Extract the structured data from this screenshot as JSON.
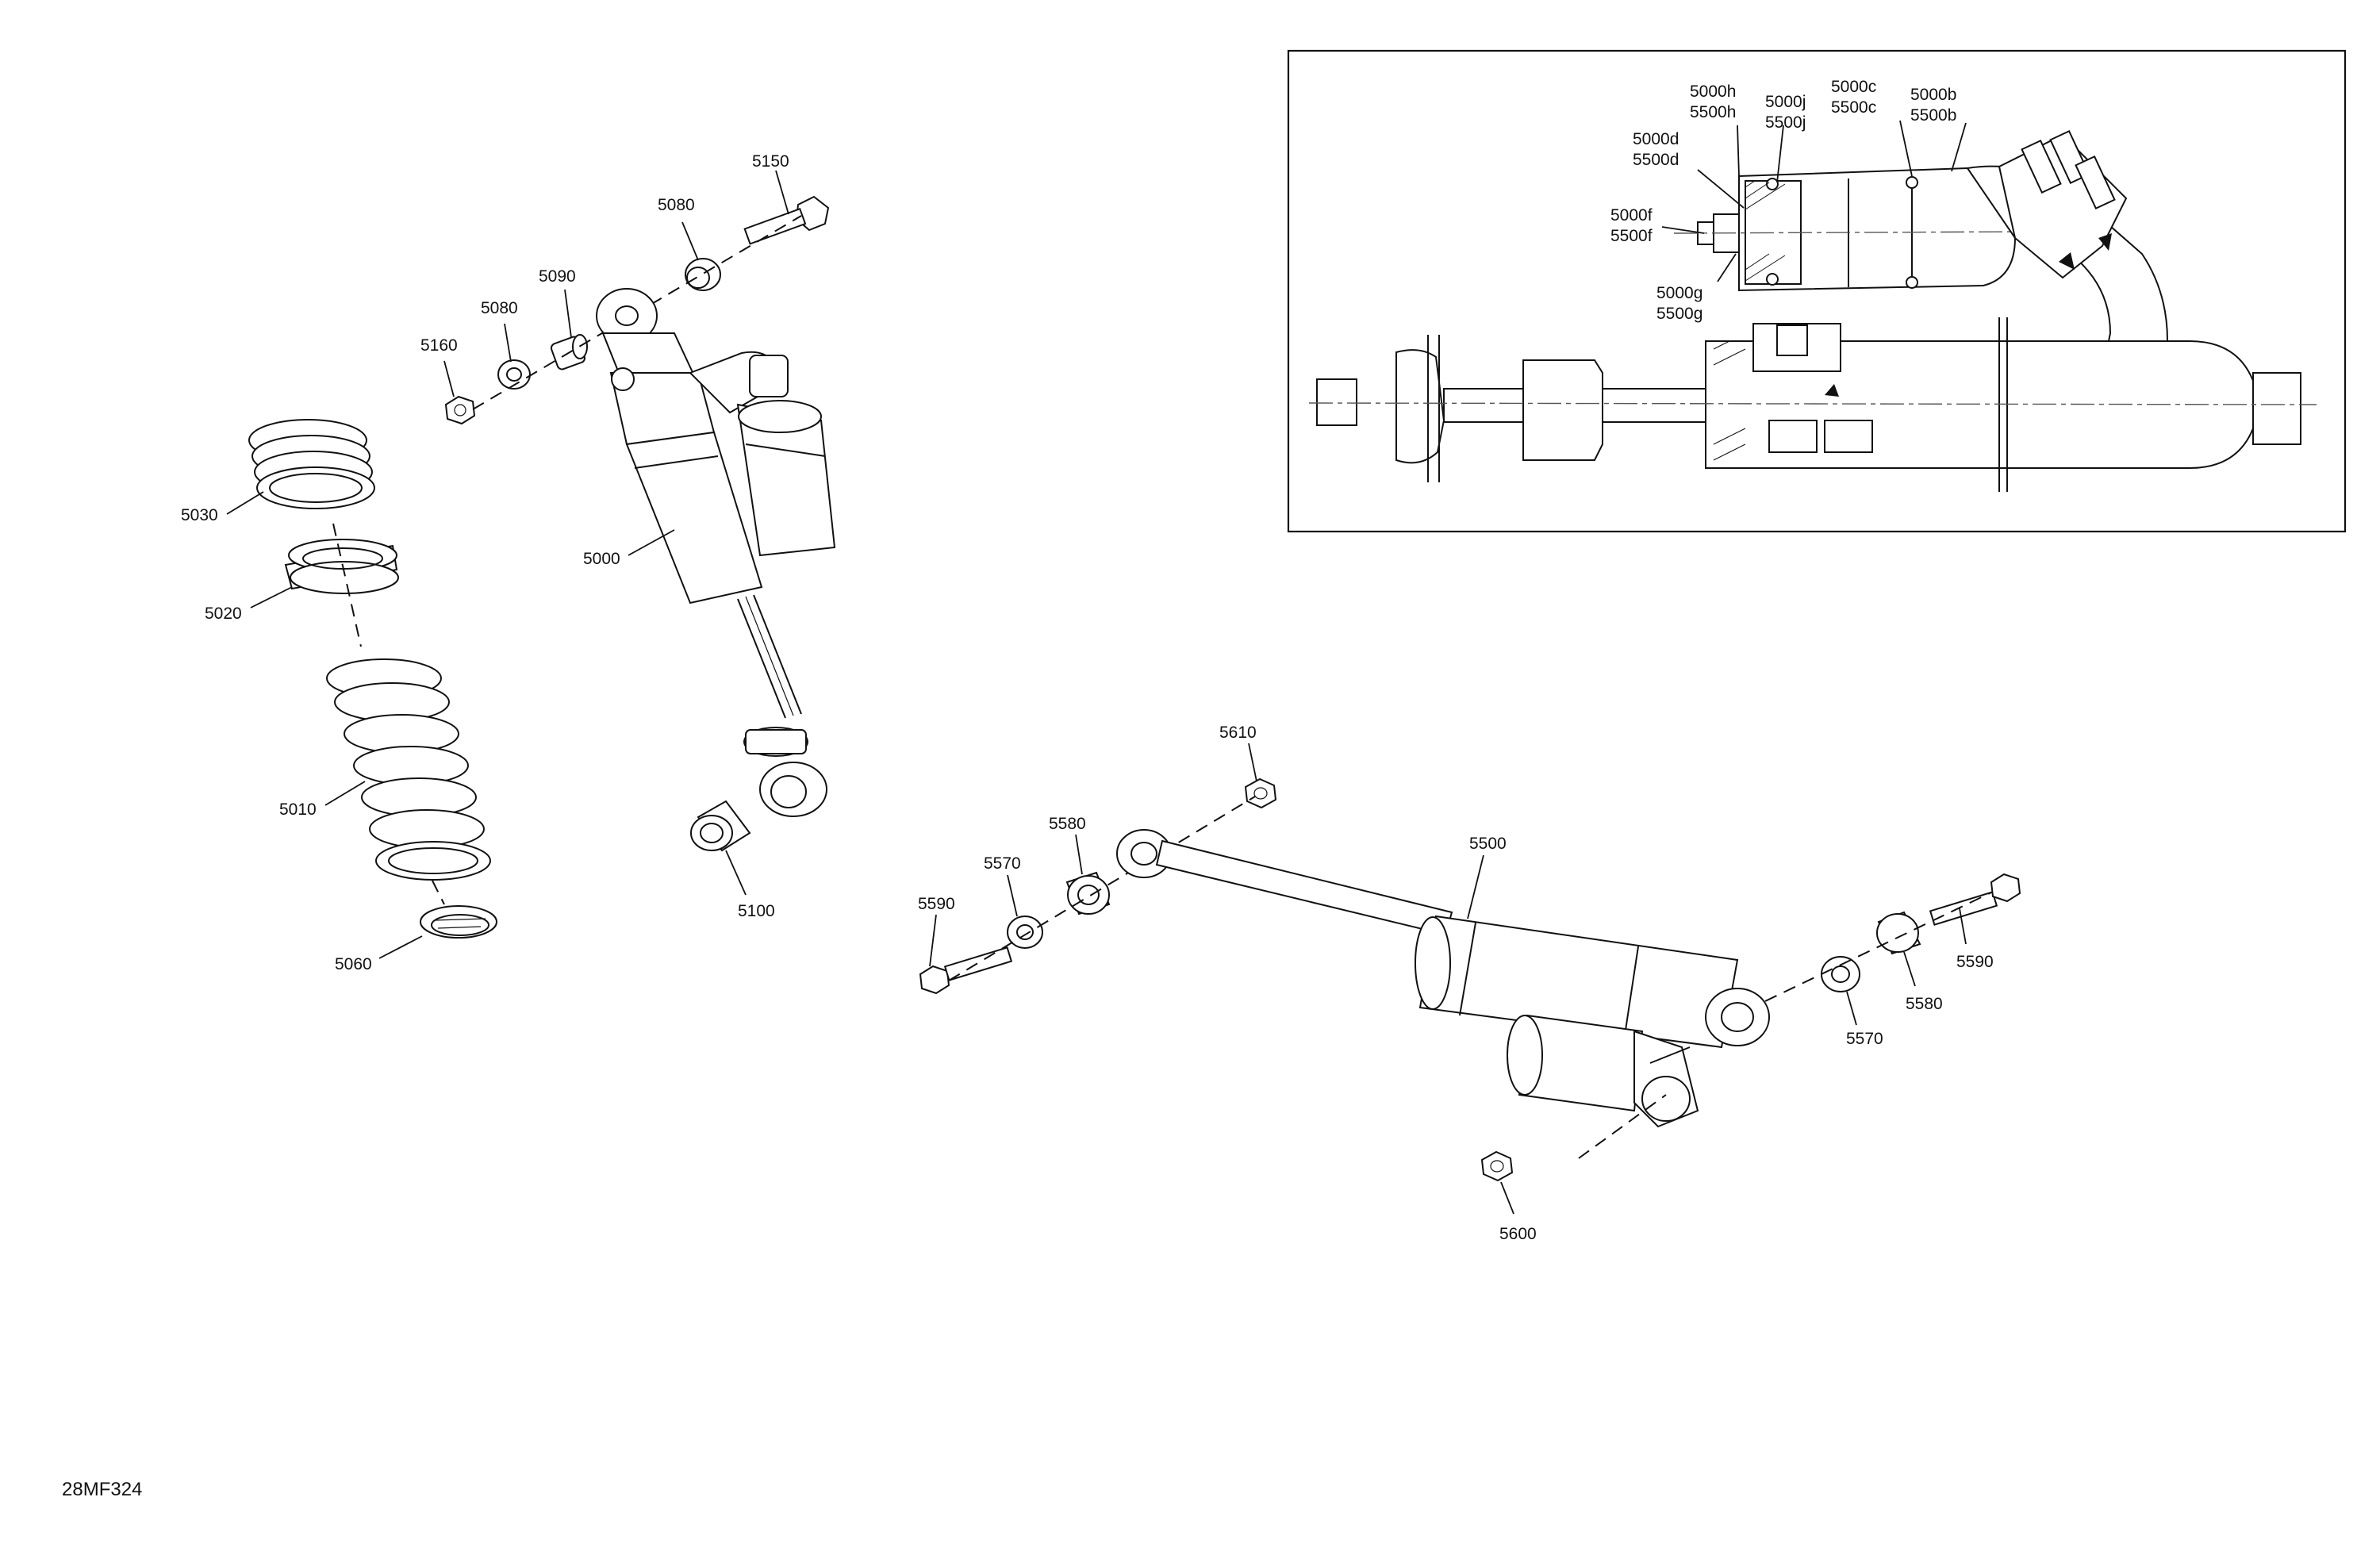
{
  "drawing": {
    "code": "28MF324",
    "callouts": {
      "c5150": "5150",
      "c5080a": "5080",
      "c5090": "5090",
      "c5080b": "5080",
      "c5160": "5160",
      "c5030": "5030",
      "c5000": "5000",
      "c5020": "5020",
      "c5010": "5010",
      "c5060": "5060",
      "c5100": "5100",
      "c5610": "5610",
      "c5580a": "5580",
      "c5570a": "5570",
      "c5590a": "5590",
      "c5500": "5500",
      "c5590b": "5590",
      "c5580b": "5580",
      "c5570b": "5570",
      "c5600": "5600"
    },
    "inset_callouts": {
      "h1": "5000h",
      "h2": "5500h",
      "j1": "5000j",
      "j2": "5500j",
      "c1": "5000c",
      "c2": "5500c",
      "b1": "5000b",
      "b2": "5500b",
      "d1": "5000d",
      "d2": "5500d",
      "f1": "5000f",
      "f2": "5500f",
      "g1": "5000g",
      "g2": "5500g"
    }
  }
}
